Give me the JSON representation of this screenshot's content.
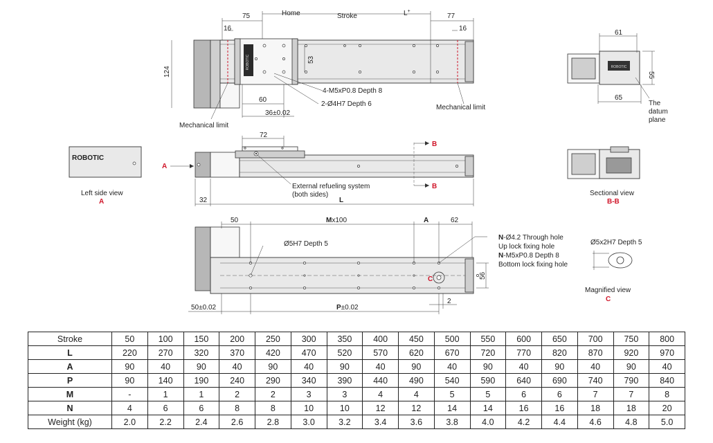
{
  "top_view": {
    "dim_75": "75",
    "home": "Home",
    "stroke": "Stroke",
    "l_plus": "L",
    "l_plus_sup": "+",
    "dim_77": "77",
    "dim_16_left": "16",
    "dim_16_right": "16",
    "dim_124": "124",
    "dim_53": "53",
    "dim_60": "60",
    "dim_36": "36±0.02",
    "callout_m5": "4-M5xP0.8 Depth 8",
    "callout_h7": "2-Ø4H7 Depth 6",
    "mech_limit_left": "Mechanical limit",
    "mech_limit_right": "Mechanical limit",
    "plate_brand": "ROBOTIC"
  },
  "end_view": {
    "dim_61": "61",
    "dim_55": "55",
    "dim_65": "65",
    "datum": [
      "The",
      "datum",
      "plane"
    ]
  },
  "side_view": {
    "label": "Left side view",
    "label_letter": "A",
    "arrow_a": "A",
    "brand": "ROBOTIC",
    "dim_72": "72",
    "refuel_line1": "External refueling system",
    "refuel_line2": "(both sides)",
    "dim_32": "32",
    "dim_L": "L",
    "section_b_top": "B",
    "section_b_bottom": "B"
  },
  "section_view": {
    "label": "Sectional view",
    "label_letter": "B-B"
  },
  "bottom_view": {
    "dim_50": "50",
    "mx100_m": "M",
    "mx100_rest": "x100",
    "dim_a": "A",
    "dim_62": "62",
    "callout_n_line1_n": "N",
    "callout_n_line1": "-Ø4.2 Through hole",
    "callout_n_line2": "Up lock fixing hole",
    "callout_n_line3_n": "N",
    "callout_n_line3": "-M5xP0.8 Depth 8",
    "callout_n_line4": "Bottom lock fixing hole",
    "dim_o5h7": "Ø5H7 Depth 5",
    "dim_56": "56",
    "dim_2": "2",
    "dim_50_02": "50±0.02",
    "p_label_p": "P",
    "p_label_rest": "±0.02",
    "c_marker": "C"
  },
  "magnified_view": {
    "dim": "Ø5x2H7 Depth 5",
    "label": "Magnified view",
    "label_letter": "C"
  },
  "table": {
    "rows": [
      {
        "label": "Stroke",
        "bold": false,
        "values": [
          "50",
          "100",
          "150",
          "200",
          "250",
          "300",
          "350",
          "400",
          "450",
          "500",
          "550",
          "600",
          "650",
          "700",
          "750",
          "800"
        ]
      },
      {
        "label": "L",
        "bold": true,
        "values": [
          "220",
          "270",
          "320",
          "370",
          "420",
          "470",
          "520",
          "570",
          "620",
          "670",
          "720",
          "770",
          "820",
          "870",
          "920",
          "970"
        ]
      },
      {
        "label": "A",
        "bold": true,
        "values": [
          "90",
          "40",
          "90",
          "40",
          "90",
          "40",
          "90",
          "40",
          "90",
          "40",
          "90",
          "40",
          "90",
          "40",
          "90",
          "40"
        ]
      },
      {
        "label": "P",
        "bold": true,
        "values": [
          "90",
          "140",
          "190",
          "240",
          "290",
          "340",
          "390",
          "440",
          "490",
          "540",
          "590",
          "640",
          "690",
          "740",
          "790",
          "840"
        ]
      },
      {
        "label": "M",
        "bold": true,
        "values": [
          "-",
          "1",
          "1",
          "2",
          "2",
          "3",
          "3",
          "4",
          "4",
          "5",
          "5",
          "6",
          "6",
          "7",
          "7",
          "8"
        ]
      },
      {
        "label": "N",
        "bold": true,
        "values": [
          "4",
          "6",
          "6",
          "8",
          "8",
          "10",
          "10",
          "12",
          "12",
          "14",
          "14",
          "16",
          "16",
          "18",
          "18",
          "20"
        ]
      },
      {
        "label": "Weight (kg)",
        "bold": false,
        "values": [
          "2.0",
          "2.2",
          "2.4",
          "2.6",
          "2.8",
          "3.0",
          "3.2",
          "3.4",
          "3.6",
          "3.8",
          "4.0",
          "4.2",
          "4.4",
          "4.6",
          "4.8",
          "5.0"
        ]
      }
    ]
  },
  "colors": {
    "accent_red": "#d0162a"
  }
}
